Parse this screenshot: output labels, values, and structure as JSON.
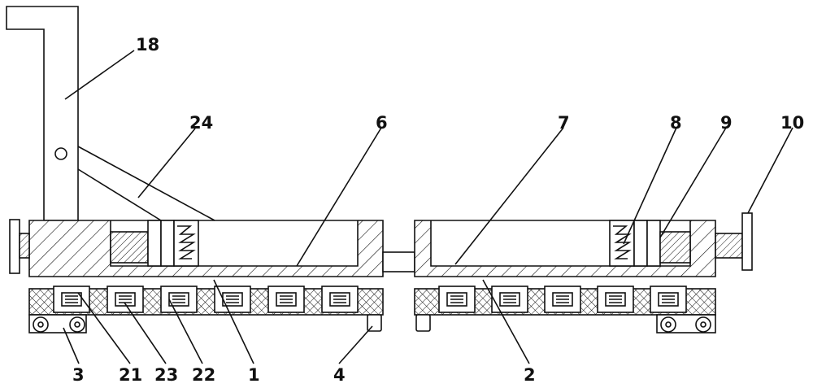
{
  "diagram": {
    "labels": {
      "l18": "18",
      "l24": "24",
      "l6": "6",
      "l7": "7",
      "l8": "8",
      "l9": "9",
      "l10": "10",
      "l3": "3",
      "l21": "21",
      "l23": "23",
      "l22": "22",
      "l1": "1",
      "l4": "4",
      "l2": "2"
    },
    "colors": {
      "line": "#111111",
      "background": "#ffffff"
    }
  }
}
